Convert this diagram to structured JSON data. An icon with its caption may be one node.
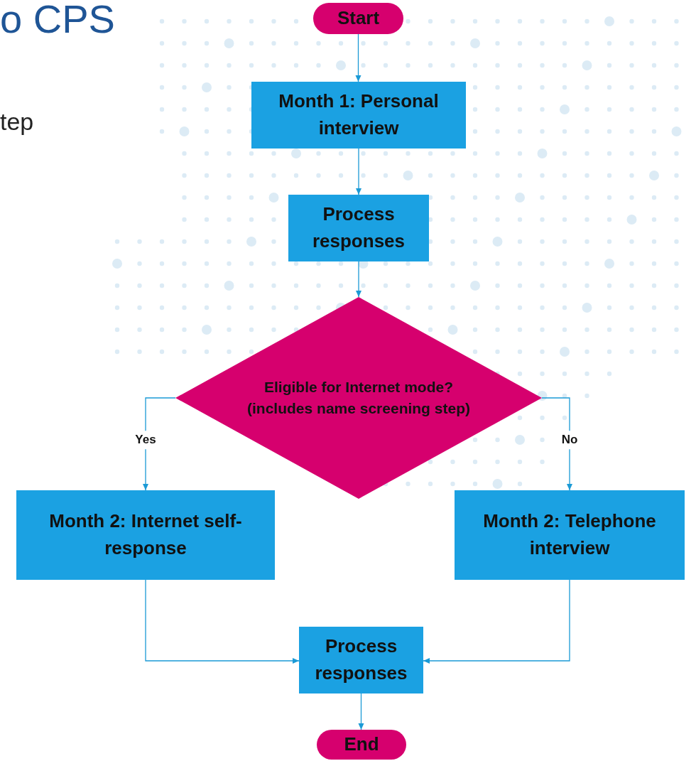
{
  "diagram": {
    "nodes": [
      {
        "text": [
          "Start"
        ]
      },
      {
        "text": [
          "Month 1: Personal interview"
        ]
      },
      {
        "text": [
          "Process responses"
        ]
      },
      {
        "text": [
          "Eligible for Internet mode? (includes name screening step)"
        ]
      },
      {
        "text": [
          "Month 2: Internet self-response"
        ]
      },
      {
        "text": [
          "Month 2: Telephone interview"
        ]
      },
      {
        "text": [
          "Process responses"
        ]
      },
      {
        "text": [
          "End"
        ]
      }
    ],
    "edges": [
      {
        "from": 0,
        "to": 1,
        "arrow": "to"
      },
      {
        "from": 1,
        "to": 2,
        "arrow": "to"
      },
      {
        "from": 2,
        "to": 3,
        "arrow": "to"
      },
      {
        "from": 3,
        "to": 4,
        "arrow": "to",
        "label": "Yes"
      },
      {
        "from": 3,
        "to": 5,
        "arrow": "to",
        "label": "No"
      },
      {
        "from": 4,
        "to": 6,
        "arrow": "to"
      },
      {
        "from": 5,
        "to": 6,
        "arrow": "to"
      },
      {
        "from": 6,
        "to": 7,
        "arrow": "to"
      }
    ],
    "labels": [
      "o CPS",
      "tep"
    ]
  }
}
